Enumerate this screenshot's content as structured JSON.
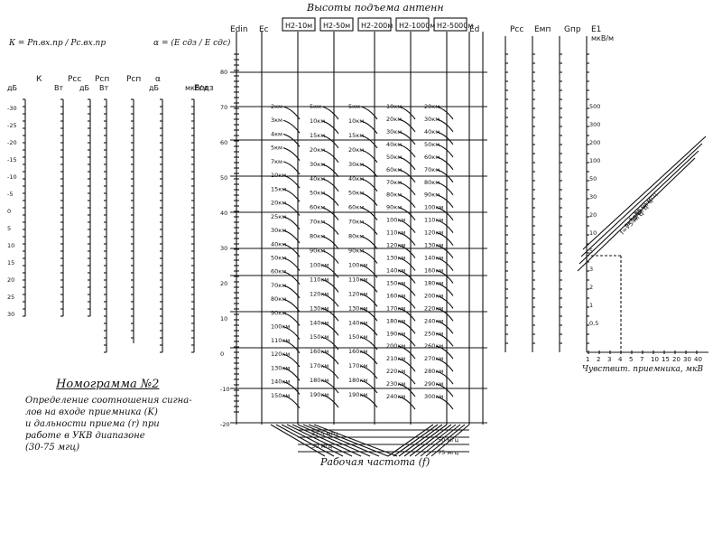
{
  "title": "Номограмма №2",
  "caption": [
    "Определение соотношения сигна-",
    "лов на входе приемника (K)",
    "и дальности приема (r) при",
    "работе в УКВ диапазоне",
    "(30-75 мгц)"
  ],
  "top_header": "Высоты подъема антенн",
  "antenna_heights": [
    "Н2-10м",
    "Н2-50м",
    "Н2-200м",
    "Н2-1000м",
    "Н2-5000м"
  ],
  "bottom_label": "Рабочая частота (f)",
  "sensitivity_label": "Чувствит. приемника, мкВ",
  "formula_k": "К = Рп.вх.пр / Рс.вх.пр",
  "formula_alpha": "α = (Е сдз / Е сдс)",
  "freq_lines": [
    "f=75 мгц",
    "f=50 мгц",
    "f=40 мгц",
    "f=30 мгц"
  ],
  "freq_bottom": [
    "37,5 мгц",
    "50 мгц",
    "30 мгц",
    "75 мгц"
  ],
  "axis_heads": [
    "К",
    "Рсс",
    "Рсп",
    "Рсп",
    "α",
    "Есдз",
    "Еdin",
    "Ес",
    "Еd",
    "Рсс",
    "Емп",
    "Gпр",
    "Е1"
  ],
  "units": [
    "дБ",
    "Вт",
    "дБ",
    "Вт",
    "дБ",
    "мкВ/м",
    "мкВ/м"
  ],
  "dist_col1": [
    "2км",
    "3км",
    "4км",
    "5км",
    "7км",
    "10км",
    "15км",
    "20км",
    "25км",
    "30км",
    "40км",
    "50км",
    "60км",
    "70км",
    "80км",
    "90км",
    "100км",
    "110км",
    "120км",
    "130км",
    "140км",
    "150км"
  ],
  "dist_col2": [
    "5км",
    "10км",
    "15км",
    "20км",
    "30км",
    "40км",
    "50км",
    "60км",
    "70км",
    "80км",
    "90км",
    "100км",
    "110км",
    "120км",
    "130км",
    "140км",
    "150км",
    "160км",
    "170км",
    "180км",
    "190км"
  ],
  "dist_col3": [
    "5км",
    "10км",
    "15км",
    "20км",
    "30км",
    "40км",
    "50км",
    "60км",
    "70км",
    "80км",
    "90км",
    "100км",
    "110км",
    "120км",
    "130км",
    "140км",
    "150км",
    "160км",
    "170км",
    "180км",
    "190км"
  ],
  "dist_col4": [
    "10км",
    "20км",
    "30км",
    "40км",
    "50км",
    "60км",
    "70км",
    "80км",
    "90км",
    "100км",
    "110км",
    "120км",
    "130км",
    "140км",
    "150км",
    "160км",
    "170км",
    "180км",
    "190км",
    "200км",
    "210км",
    "220км",
    "230км",
    "240км"
  ],
  "dist_col5": [
    "20км",
    "30км",
    "40км",
    "50км",
    "60км",
    "70км",
    "80км",
    "90км",
    "100км",
    "110км",
    "120км",
    "130км",
    "140км",
    "160км",
    "180км",
    "200км",
    "220км",
    "240км",
    "250км",
    "260км",
    "270км",
    "280км",
    "290км",
    "300км"
  ],
  "sens_ticks": [
    "1",
    "2",
    "3",
    "4",
    "5",
    "7",
    "10",
    "15",
    "20",
    "30",
    "40"
  ],
  "db_ticks": [
    "80",
    "70",
    "60",
    "50",
    "40",
    "30",
    "20",
    "10",
    "0",
    "-10",
    "-20"
  ]
}
